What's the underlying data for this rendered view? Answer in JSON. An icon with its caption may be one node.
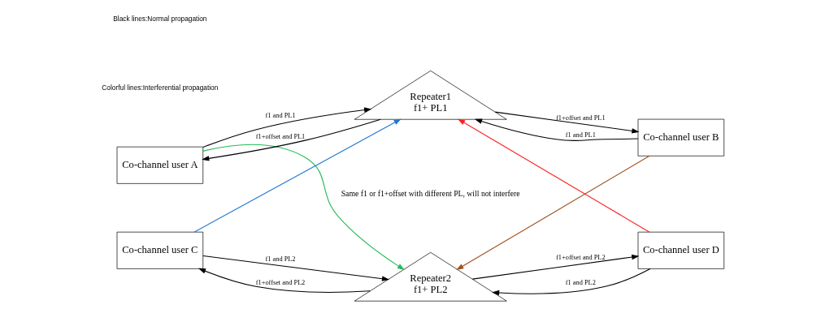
{
  "diagram": {
    "nodes": [
      {
        "text": [
          "Co-channel user A"
        ]
      },
      {
        "text": [
          "Repeater1",
          "f1+ PL1"
        ]
      },
      {
        "text": [
          "Co-channel user B"
        ]
      },
      {
        "text": [
          "Co-channel user C"
        ]
      },
      {
        "text": [
          "Repeater2",
          "f1+ PL2"
        ]
      },
      {
        "text": [
          "Co-channel user D"
        ]
      }
    ],
    "edges": [
      {
        "from": 1,
        "to": 0,
        "arrow": "to",
        "label": "f1+offset and PL1"
      },
      {
        "from": 0,
        "to": 1,
        "arrow": "to",
        "label": "f1 and PL1"
      },
      {
        "from": 2,
        "to": 1,
        "arrow": "to",
        "label": "f1 and PL1"
      },
      {
        "from": 1,
        "to": 2,
        "arrow": "to",
        "label": "f1+offset and PL1"
      },
      {
        "from": 0,
        "to": 4,
        "arrow": "to",
        "color": "#22bb55"
      },
      {
        "from": 3,
        "to": 1,
        "arrow": "to",
        "color": "#1f77d0"
      },
      {
        "from": 2,
        "to": 4,
        "arrow": "to",
        "color": "#a0521d"
      },
      {
        "from": 5,
        "to": 1,
        "arrow": "to",
        "color": "#ff2020"
      },
      {
        "from": 4,
        "to": 3,
        "arrow": "to",
        "label": "f1+offset and PL2"
      },
      {
        "from": 3,
        "to": 4,
        "arrow": "to",
        "label": "f1 and PL2"
      },
      {
        "from": 5,
        "to": 4,
        "arrow": "to",
        "label": "f1 and PL2"
      },
      {
        "from": 4,
        "to": 5,
        "arrow": "to",
        "label": "f1+offset and PL2"
      }
    ],
    "labels": [
      "Same f1 or f1+offset with different PL, will not interfere"
    ],
    "legend": [
      {
        "text": "Black lines:Normal propagation"
      },
      {
        "text": "Colorful lines:Interferential propagation"
      }
    ]
  }
}
